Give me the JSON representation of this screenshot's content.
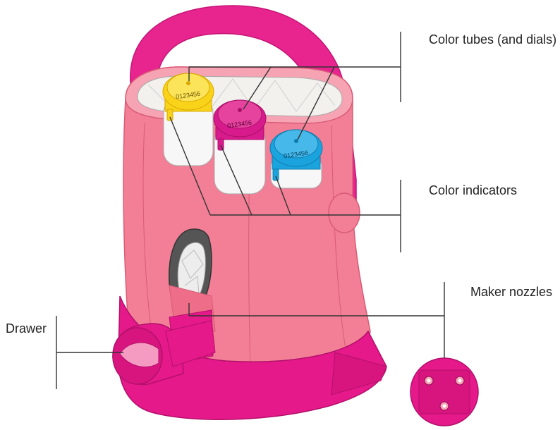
{
  "diagram": {
    "labels": {
      "color_tubes": "Color tubes (and dials)",
      "color_indicators": "Color indicators",
      "maker_nozzles": "Maker nozzles",
      "drawer": "Drawer"
    },
    "dial_digits": "0123456",
    "colors": {
      "body": "#f27f96",
      "body_light": "#f6a3b3",
      "base": "#e5198a",
      "handle": "#e8248f",
      "cap_yellow": "#f9d21a",
      "cap_magenta": "#d81b8c",
      "cap_cyan": "#1ba3de",
      "leader_line": "#333333"
    }
  }
}
